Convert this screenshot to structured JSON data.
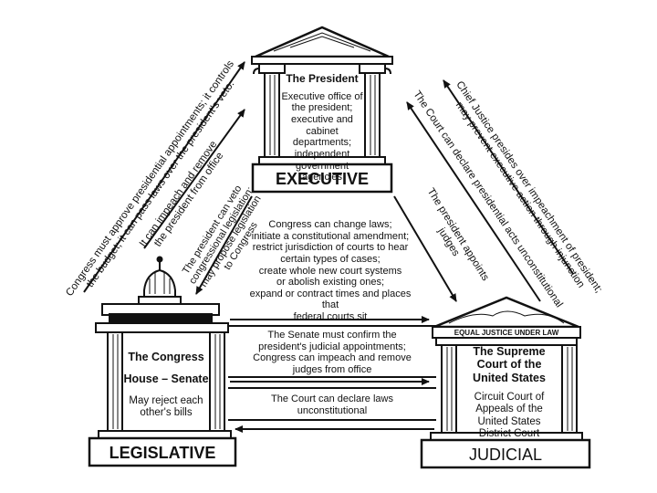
{
  "executive": {
    "title": "The President",
    "desc": [
      "Executive office of",
      "the president;",
      "executive and cabinet",
      "departments;",
      "independent",
      "government agencies"
    ],
    "label": "EXECUTIVE"
  },
  "legislative": {
    "title": "The Congress",
    "subtitle": "House – Senate",
    "desc": [
      "May reject each",
      "other's bills"
    ],
    "label": "LEGISLATIVE"
  },
  "judicial": {
    "frieze": "EQUAL JUSTICE UNDER LAW",
    "title": [
      "The Supreme",
      "Court of the",
      "United States"
    ],
    "desc": [
      "Circuit Court of",
      "Appeals of the",
      "United States",
      "District Court"
    ],
    "label": "JUDICIAL"
  },
  "checks": {
    "left_outer": [
      "Congress must approve presidential appointments; it controls",
      "the budget; it can pass laws over the president's veto."
    ],
    "left_mid": [
      "It can impeach and remove",
      "the president from office"
    ],
    "left_inner": [
      "The president can veto",
      "congressional legislation;",
      "may propose legislation",
      "to Congress"
    ],
    "right_outer": [
      "Chief Justice presides over impeachment of president;",
      "may prevent executive action through injunction"
    ],
    "right_mid": [
      "The Court can declare presidential acts unconstitutional"
    ],
    "right_inner": [
      "The president appoints",
      "judges"
    ],
    "center_top": [
      "Congress can change laws;",
      "initiate a constitutional amendment;",
      "restrict jurisdiction of courts to hear",
      "certain types of cases;",
      "create whole new court systems",
      "or abolish existing ones;",
      "expand or contract times and places that",
      "federal courts sit"
    ],
    "center_mid": [
      "The Senate must confirm the",
      "president's judicial appointments;",
      "Congress can impeach and remove",
      "judges from office"
    ],
    "center_bottom": [
      "The Court can declare laws",
      "unconstitutional"
    ]
  }
}
